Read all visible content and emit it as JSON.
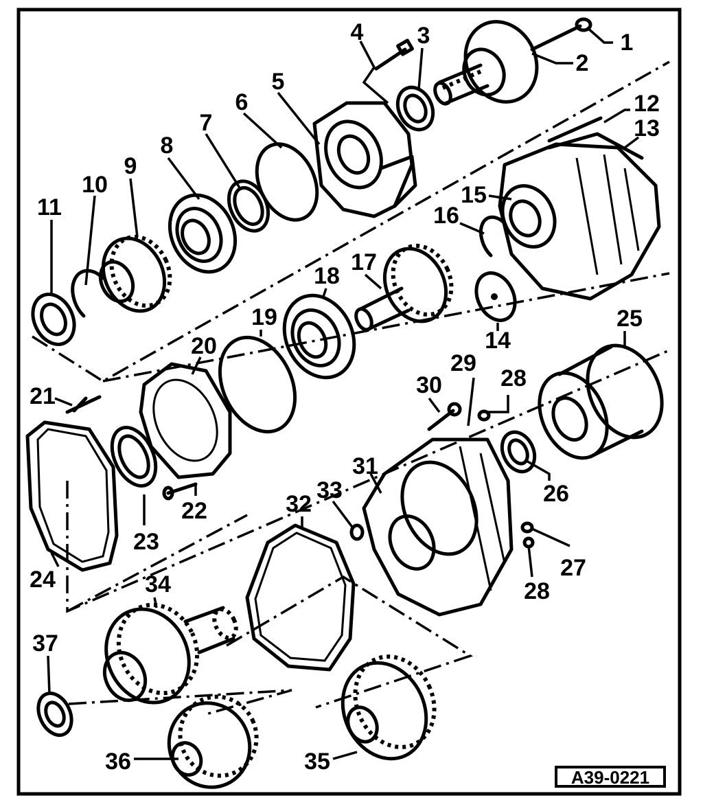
{
  "figure_id": "A39-0221",
  "callouts": [
    {
      "n": "1"
    },
    {
      "n": "2"
    },
    {
      "n": "3"
    },
    {
      "n": "4"
    },
    {
      "n": "5"
    },
    {
      "n": "6"
    },
    {
      "n": "7"
    },
    {
      "n": "8"
    },
    {
      "n": "9"
    },
    {
      "n": "10"
    },
    {
      "n": "11"
    },
    {
      "n": "12"
    },
    {
      "n": "13"
    },
    {
      "n": "14"
    },
    {
      "n": "15"
    },
    {
      "n": "16"
    },
    {
      "n": "17"
    },
    {
      "n": "18"
    },
    {
      "n": "19"
    },
    {
      "n": "20"
    },
    {
      "n": "21"
    },
    {
      "n": "22"
    },
    {
      "n": "23"
    },
    {
      "n": "24"
    },
    {
      "n": "25"
    },
    {
      "n": "26"
    },
    {
      "n": "27"
    },
    {
      "n": "28"
    },
    {
      "n": "28"
    },
    {
      "n": "29"
    },
    {
      "n": "30"
    },
    {
      "n": "31"
    },
    {
      "n": "32"
    },
    {
      "n": "33"
    },
    {
      "n": "34"
    },
    {
      "n": "35"
    },
    {
      "n": "36"
    },
    {
      "n": "37"
    }
  ]
}
